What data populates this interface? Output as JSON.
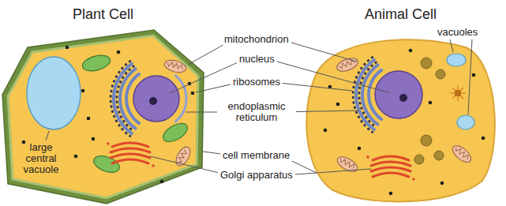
{
  "diagram": {
    "labels": [
      "Plant Cell",
      "Animal Cell",
      "mitochondrion",
      "nucleus",
      "ribosomes",
      "endoplasmic reticulum",
      "vacuoles",
      "cell membrane",
      "Golgi apparatus",
      "large central vacuole"
    ]
  }
}
